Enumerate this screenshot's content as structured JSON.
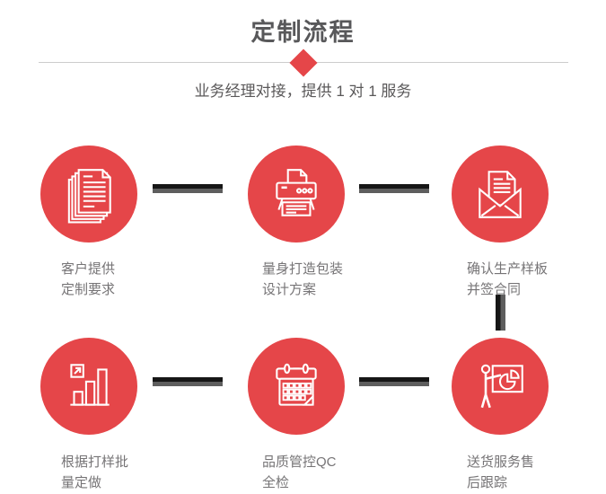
{
  "header": {
    "title": "定制流程",
    "subtitle": "业务经理对接，提供 1 对 1 服务"
  },
  "steps": [
    {
      "icon": "documents-icon",
      "line1": "客户提供",
      "line2": "定制要求"
    },
    {
      "icon": "printer-icon",
      "line1": "量身打造包装",
      "line2": "设计方案"
    },
    {
      "icon": "envelope-icon",
      "line1": "确认生产样板",
      "line2": "并签合同"
    },
    {
      "icon": "bar-chart-icon",
      "line1": "根据打样批",
      "line2": "量定做"
    },
    {
      "icon": "calendar-icon",
      "line1": "品质管控QC",
      "line2": "全检"
    },
    {
      "icon": "presentation-icon",
      "line1": "送货服务售",
      "line2": "后跟踪"
    }
  ],
  "colors": {
    "accent_red": "#e54649",
    "connector_dark": "#161616",
    "connector_gray": "#5e5e5e",
    "divider": "#cccccc",
    "title_text": "#58585a",
    "label_text": "#767476"
  }
}
